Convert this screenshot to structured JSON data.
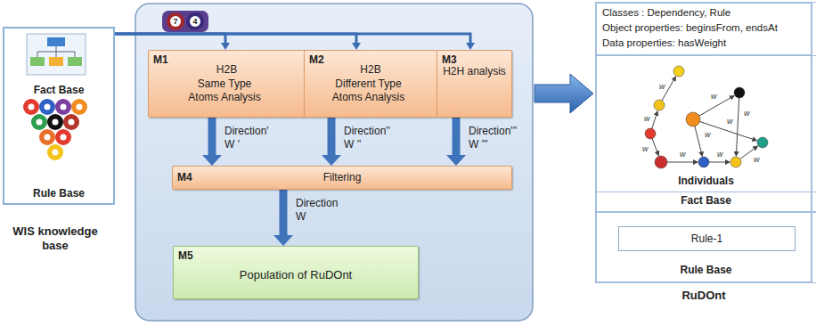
{
  "diagram": {
    "nodes": [
      {
        "text": [
          "Fact Base",
          "Rule Base",
          "WIS knowledge base"
        ]
      },
      {
        "text": [
          "M1",
          "H2B",
          "Same Type Atoms Analysis"
        ]
      },
      {
        "text": [
          "M2",
          "H2B",
          "Different Type Atoms Analysis"
        ]
      },
      {
        "text": [
          "M3",
          "H2H analysis"
        ]
      },
      {
        "text": [
          "M4",
          "Filtering"
        ]
      },
      {
        "text": [
          "M5",
          "Population of RuDOnt"
        ]
      },
      {
        "text": [
          "RuDOnt"
        ]
      },
      {
        "text": [
          "Fact Base"
        ],
        "in": 6
      },
      {
        "text": [
          "Classes : Dependency, Rule",
          "Object properties: beginsFrom, endsAt",
          "Data properties: hasWeight"
        ],
        "in": 7
      },
      {
        "text": [
          "Individuals"
        ],
        "in": 7
      },
      {
        "text": [
          "Rule Base"
        ],
        "in": 6
      },
      {
        "text": [
          "Rule-1"
        ],
        "in": 10
      }
    ],
    "edges": [
      {
        "from": 0,
        "to": 1,
        "arrow": "to"
      },
      {
        "from": 0,
        "to": 2,
        "arrow": "to"
      },
      {
        "from": 0,
        "to": 3,
        "arrow": "to"
      },
      {
        "from": 1,
        "to": 4,
        "label": "Direction' W '",
        "arrow": "to"
      },
      {
        "from": 2,
        "to": 4,
        "label": "Direction'' W ''",
        "arrow": "to"
      },
      {
        "from": 3,
        "to": 4,
        "label": "Direction''' W '''",
        "arrow": "to"
      },
      {
        "from": 4,
        "to": 5,
        "label": "Direction W",
        "arrow": "to"
      }
    ],
    "labels": [
      "7",
      "4",
      "w",
      "w",
      "w",
      "w",
      "w",
      "w",
      "w",
      "w",
      "w",
      "w"
    ]
  }
}
